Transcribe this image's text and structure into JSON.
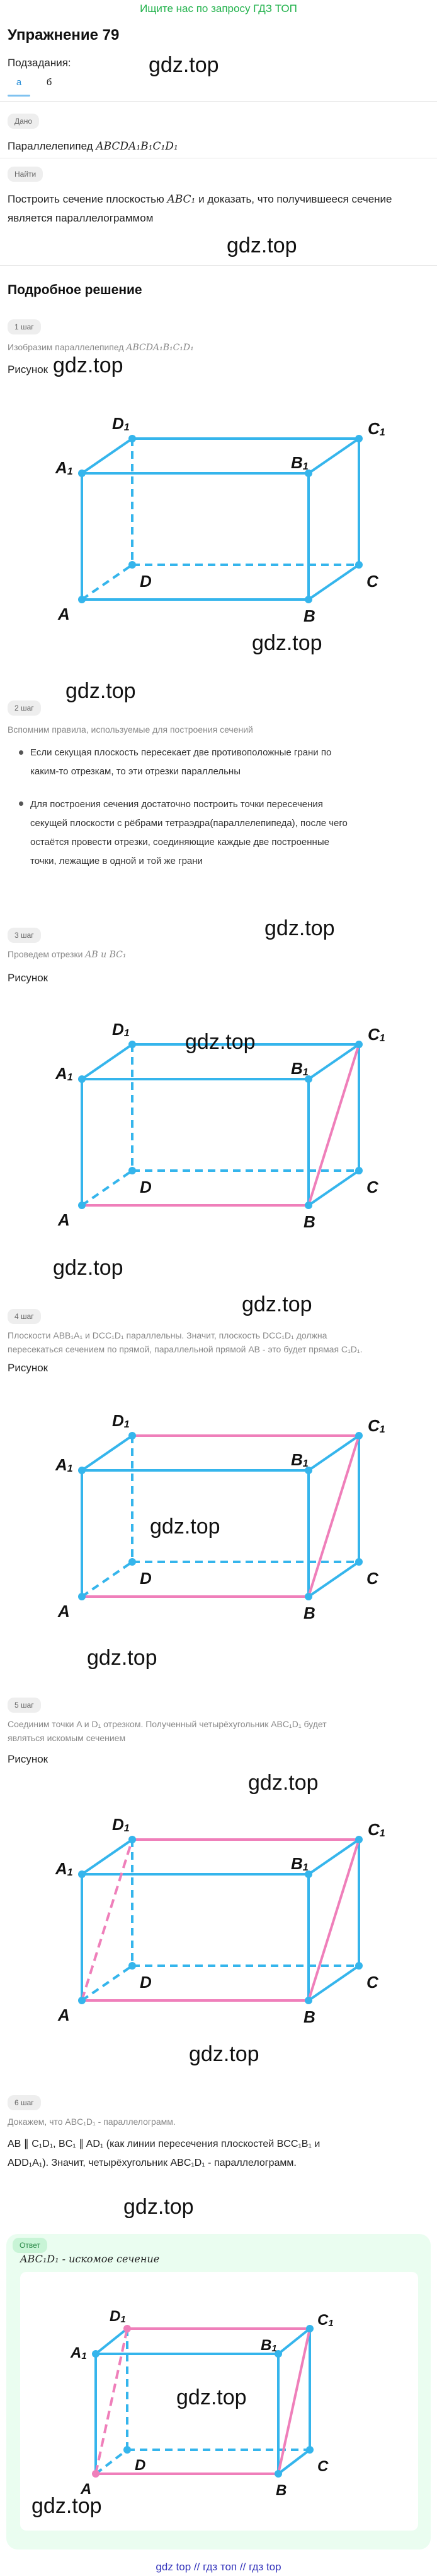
{
  "top_link": "Ищите нас по запросу ГДЗ ТОП",
  "title": "Упражнение 79",
  "subtasks_label": "Подзадания:",
  "tabs": [
    "а",
    "б"
  ],
  "watermark": "gdz.top",
  "given": {
    "chip": "Дано",
    "text": "Параллелепипед ",
    "math": "ABCDA₁B₁C₁D₁"
  },
  "find": {
    "chip": "Найти",
    "line1_a": "Построить сечение плоскостью ",
    "line1_math": "ABC₁",
    "line1_b": " и доказать, что получившееся сечение",
    "line2": "является параллелограммом"
  },
  "solution_heading": "Подробное решение",
  "figure_label": "Рисунок",
  "vertex_labels": {
    "A": "A",
    "B": "B",
    "C": "C",
    "D": "D",
    "A1": "A",
    "B1": "B",
    "C1": "C",
    "D1": "D",
    "sub": "1"
  },
  "step1": {
    "chip": "1 шаг",
    "text": "Изобразим параллелепипед ",
    "math": "ABCDA₁B₁C₁D₁"
  },
  "step2": {
    "chip": "2 шаг",
    "text": "Вспомним правила, используемые для построения сечений",
    "bullet1_l1": "Если секущая плоскость пересекает две противоположные грани по",
    "bullet1_l2": "каким-то отрезкам, то эти отрезки параллельны",
    "bullet2_l1": "Для построения сечения достаточно построить точки пересечения",
    "bullet2_l2": "секущей плоскости с рёбрами тетраэдра(параллелепипеда), после чего",
    "bullet2_l3": "остаётся провести отрезки, соединяющие каждые две построенные",
    "bullet2_l4": "точки, лежащие в одной и той же грани"
  },
  "step3": {
    "chip": "3 шаг",
    "text": "Проведем отрезки ",
    "math": "AB и BC₁"
  },
  "step4": {
    "chip": "4 шаг",
    "l1": "Плоскости ABB₁A₁ и DCC₁D₁ параллельны. Значит, плоскость DCC₁D₁ должна",
    "l2": "пересекаться сечением по прямой, параллельной прямой AB - это будет прямая C₁D₁."
  },
  "step5": {
    "chip": "5 шаг",
    "l1": "Соединим точки A и D₁ отрезком. Полученный четырёхугольник ABC₁D₁ будет",
    "l2": "являться искомым сечением"
  },
  "step6": {
    "chip": "6 шаг",
    "l1": "Докажем, что ABC₁D₁ - параллелограмм.",
    "l2": "AB ∥ C₁D₁, BC₁ ∥ AD₁ (как линии пересечения плоскостей BCC₁B₁ и",
    "l3": "ADD₁A₁). Значит, четырёхугольник ABC₁D₁ - параллелограмм."
  },
  "answer": {
    "chip": "Ответ",
    "text": "ABC₁D₁ - искомое сечение"
  },
  "bottom_links": "gdz top  //  гдз топ  //  гдз top",
  "colors": {
    "edge": "#35b5ec",
    "section": "#ef7fba",
    "accent": "#2a8fd8",
    "green": "#22b24c",
    "answer_bg": "#eafdf0"
  }
}
